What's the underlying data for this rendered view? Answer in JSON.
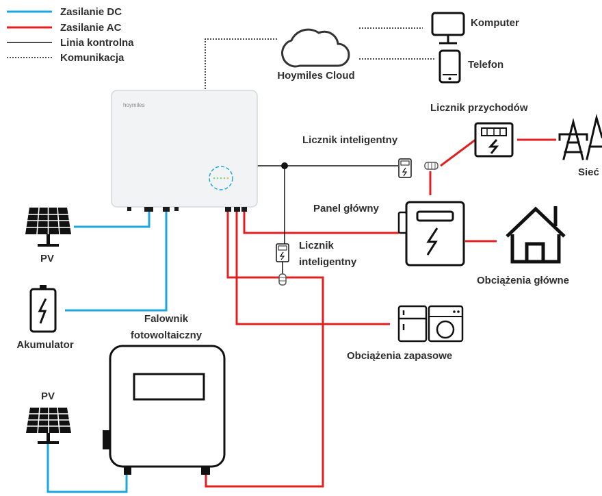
{
  "legend": {
    "dc": "Zasilanie DC",
    "ac": "Zasilanie AC",
    "control": "Linia kontrolna",
    "comm": "Komunikacja"
  },
  "colors": {
    "dc": "#1aa7e0",
    "ac": "#e02020",
    "control": "#111111",
    "device_fill": "#f1f3f5",
    "indicator": "#1aa7e0"
  },
  "labels": {
    "cloud": "Hoymiles Cloud",
    "computer": "Komputer",
    "phone": "Telefon",
    "revenue_meter": "Licznik przychodów",
    "smart_meter_top": "Licznik inteligentny",
    "grid": "Sieć",
    "main_panel": "Panel główny",
    "main_loads": "Obciążenia główne",
    "smart_meter_mid_line1": "Licznik",
    "smart_meter_mid_line2": "inteligentny",
    "backup_loads": "Obciążenia zapasowe",
    "pv_top": "PV",
    "battery": "Akumulator",
    "pv_inverter_line1": "Falownik",
    "pv_inverter_line2": "fotowoltaiczny",
    "pv_bottom": "PV",
    "brand": "hoymiles"
  }
}
